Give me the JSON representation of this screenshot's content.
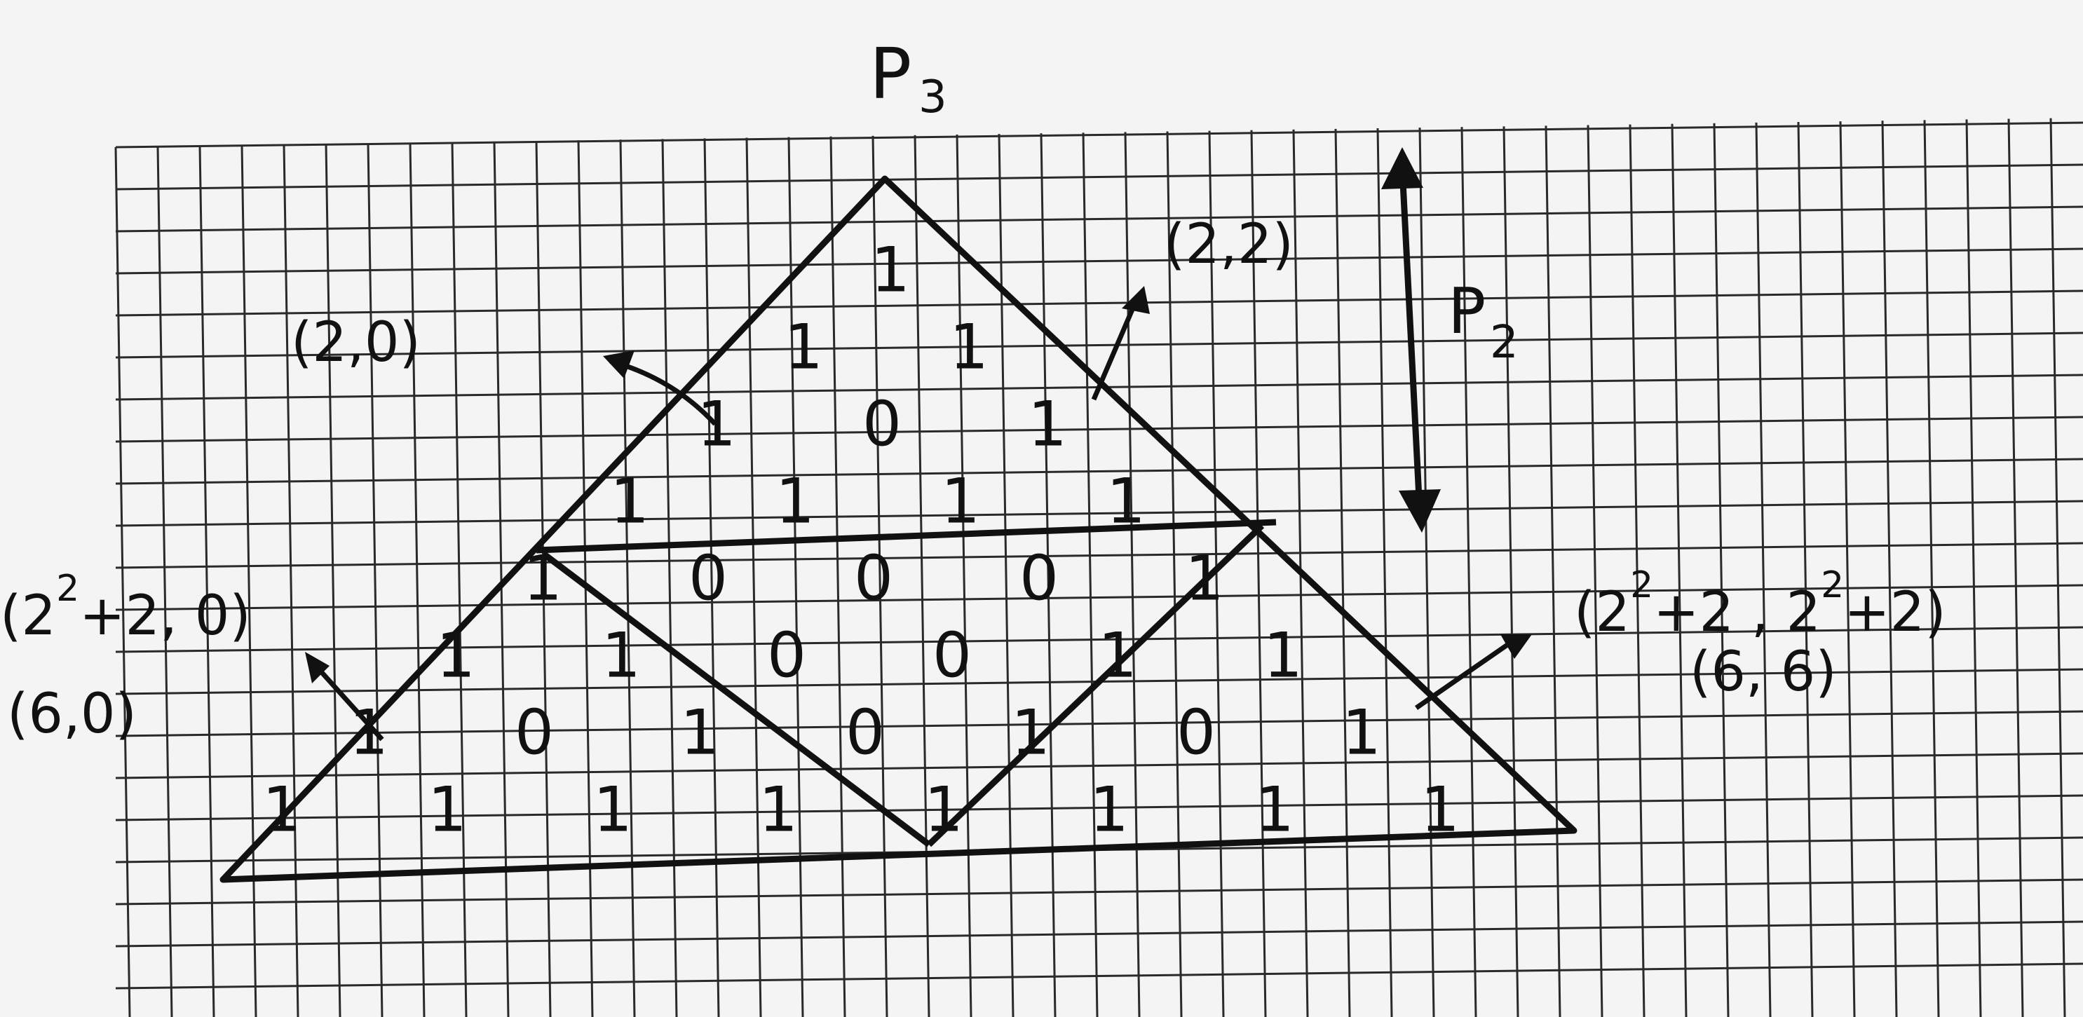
{
  "title": "P",
  "title_subscript": "3",
  "side_label": "P",
  "side_label_subscript": "2",
  "annotations": {
    "top_left": "(2,0)",
    "top_right": "(2,2)",
    "bottom_left_line1_base": "(2",
    "bottom_left_line1_sup": "2",
    "bottom_left_line1_rest": "+2, 0)",
    "bottom_left_line2": "(6,0)",
    "bottom_right_line1_open": "(2",
    "bottom_right_line1_sup_a": "2",
    "bottom_right_line1_mid": "+2 , 2",
    "bottom_right_line1_sup_b": "2",
    "bottom_right_line1_rest": "+2)",
    "bottom_right_line2": "(6, 6)"
  },
  "rows": [
    [
      "1"
    ],
    [
      "1",
      "1"
    ],
    [
      "1",
      "0",
      "1"
    ],
    [
      "1",
      "1",
      "1",
      "1"
    ],
    [
      "1",
      "0",
      "0",
      "0",
      "1"
    ],
    [
      "1",
      "1",
      "0",
      "0",
      "1",
      "1"
    ],
    [
      "1",
      "0",
      "1",
      "0",
      "1",
      "0",
      "1"
    ],
    [
      "1",
      "1",
      "1",
      "1",
      "1",
      "1",
      "1",
      "1"
    ]
  ],
  "colors": {
    "ink": "#111111",
    "paper": "#f2f2f2",
    "grid": "#222222"
  }
}
